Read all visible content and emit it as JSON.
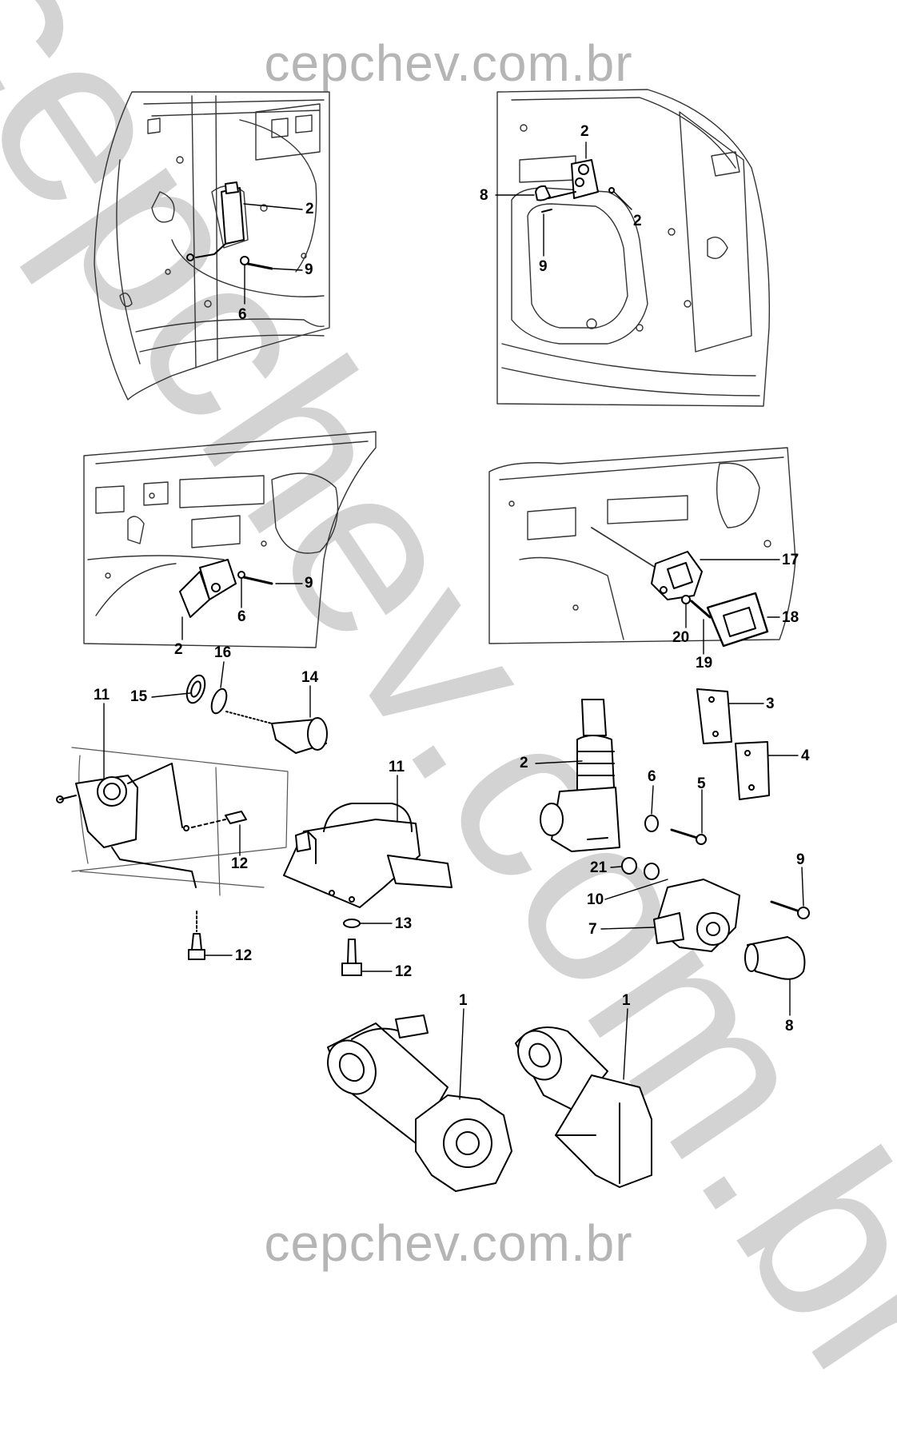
{
  "watermark": {
    "top": "cepchev.com.br",
    "bottom": "cepchev.com.br",
    "diagonal": "cepchev.com.br"
  },
  "callouts": {
    "p1": {
      "c2": "2",
      "c9": "9",
      "c6": "6"
    },
    "p2": {
      "c2a": "2",
      "c2b": "2",
      "c8": "8",
      "c9": "9"
    },
    "p3": {
      "c9": "9",
      "c6": "6",
      "c2": "2"
    },
    "p4": {
      "c17": "17",
      "c18": "18",
      "c20": "20",
      "c19": "19"
    },
    "parts": {
      "c11a": "11",
      "c15": "15",
      "c16": "16",
      "c14": "14",
      "c12a": "12",
      "c12b": "12",
      "c11b": "11",
      "c13": "13",
      "c12c": "12",
      "c3": "3",
      "c4": "4",
      "c2": "2",
      "c6": "6",
      "c5": "5",
      "c9": "9",
      "c21": "21",
      "c10": "10",
      "c7": "7",
      "c8": "8",
      "c1a": "1",
      "c1b": "1"
    }
  },
  "colors": {
    "line": "#000000",
    "panel": "#333333",
    "watermark": "#b5b5b5"
  }
}
